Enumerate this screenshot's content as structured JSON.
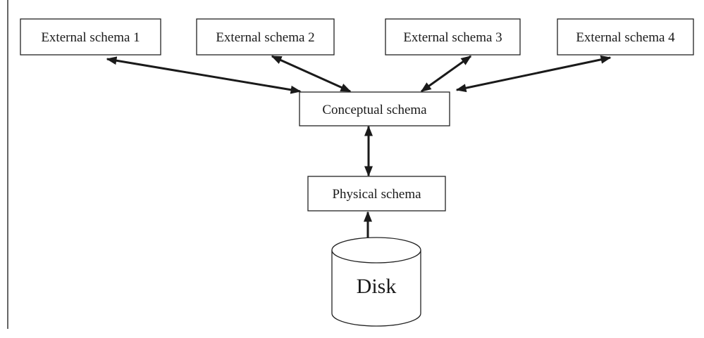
{
  "diagram": {
    "external_schemas": [
      {
        "label": "External schema 1"
      },
      {
        "label": "External schema 2"
      },
      {
        "label": "External schema 3"
      },
      {
        "label": "External schema 4"
      }
    ],
    "conceptual": {
      "label": "Conceptual schema"
    },
    "physical": {
      "label": "Physical schema"
    },
    "disk": {
      "label": "Disk"
    }
  }
}
